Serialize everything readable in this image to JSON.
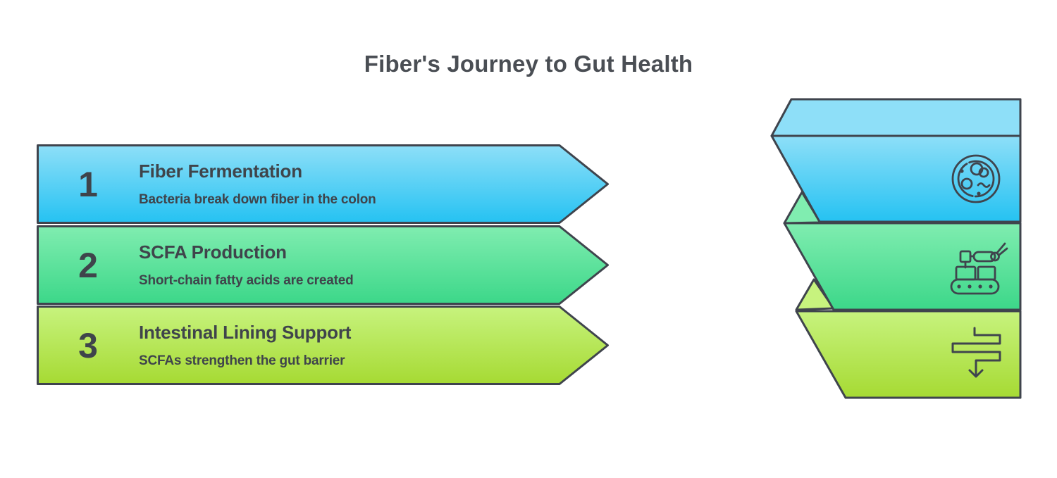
{
  "title": "Fiber's Journey to Gut Health",
  "colors": {
    "outline": "#3f444d",
    "text_dark": "#3f444b",
    "title_text": "#4a4e54",
    "step1_top": "#8edff8",
    "step1_bottom": "#25c2f2",
    "step2_top": "#80edb0",
    "step2_bottom": "#3cd789",
    "step3_top": "#c7f37e",
    "step3_bottom": "#a6da33",
    "background": "#ffffff"
  },
  "steps": [
    {
      "number": "1",
      "title": "Fiber Fermentation",
      "description": "Bacteria break down fiber in the colon",
      "icon": "petri-dish-icon"
    },
    {
      "number": "2",
      "title": "SCFA Production",
      "description": "Short-chain fatty acids are created",
      "icon": "conveyor-belt-icon"
    },
    {
      "number": "3",
      "title": "Intestinal Lining Support",
      "description": "SCFAs strengthen the gut barrier",
      "icon": "intestine-arrow-icon"
    }
  ]
}
